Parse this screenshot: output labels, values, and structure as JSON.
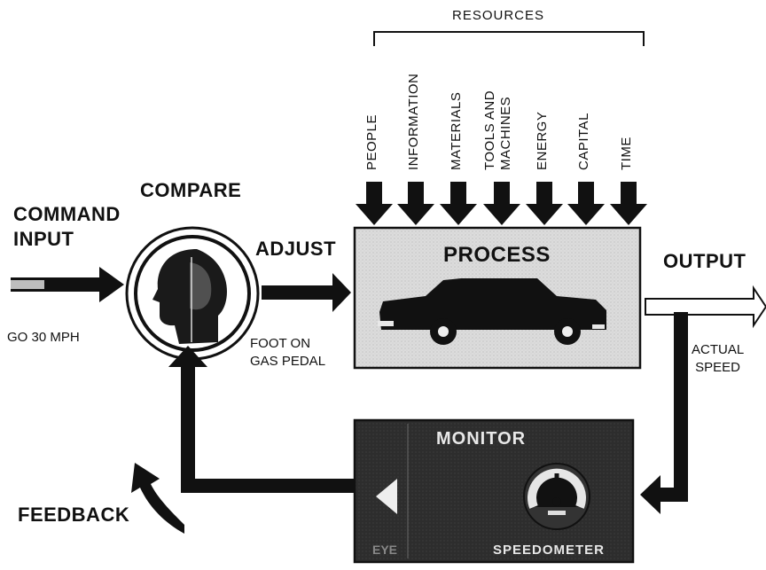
{
  "diagram": {
    "resources_heading": "RESOURCES",
    "resources": [
      "PEOPLE",
      "INFORMATION",
      "MATERIALS",
      "TOOLS AND\nMACHINES",
      "ENERGY",
      "CAPITAL",
      "TIME"
    ],
    "compare_label": "COMPARE",
    "command_input_label": "COMMAND\nINPUT",
    "command_value": "GO 30 MPH",
    "adjust_label": "ADJUST",
    "adjust_detail": "FOOT ON\nGAS PEDAL",
    "process_label": "PROCESS",
    "output_label": "OUTPUT",
    "output_detail": "ACTUAL\nSPEED",
    "monitor_label": "MONITOR",
    "monitor_device": "SPEEDOMETER",
    "monitor_eye": "EYE",
    "feedback_label": "FEEDBACK"
  },
  "colors": {
    "ink": "#111111",
    "process_fill": "#d8d8d8",
    "monitor_fill": "#2b2b2b"
  }
}
